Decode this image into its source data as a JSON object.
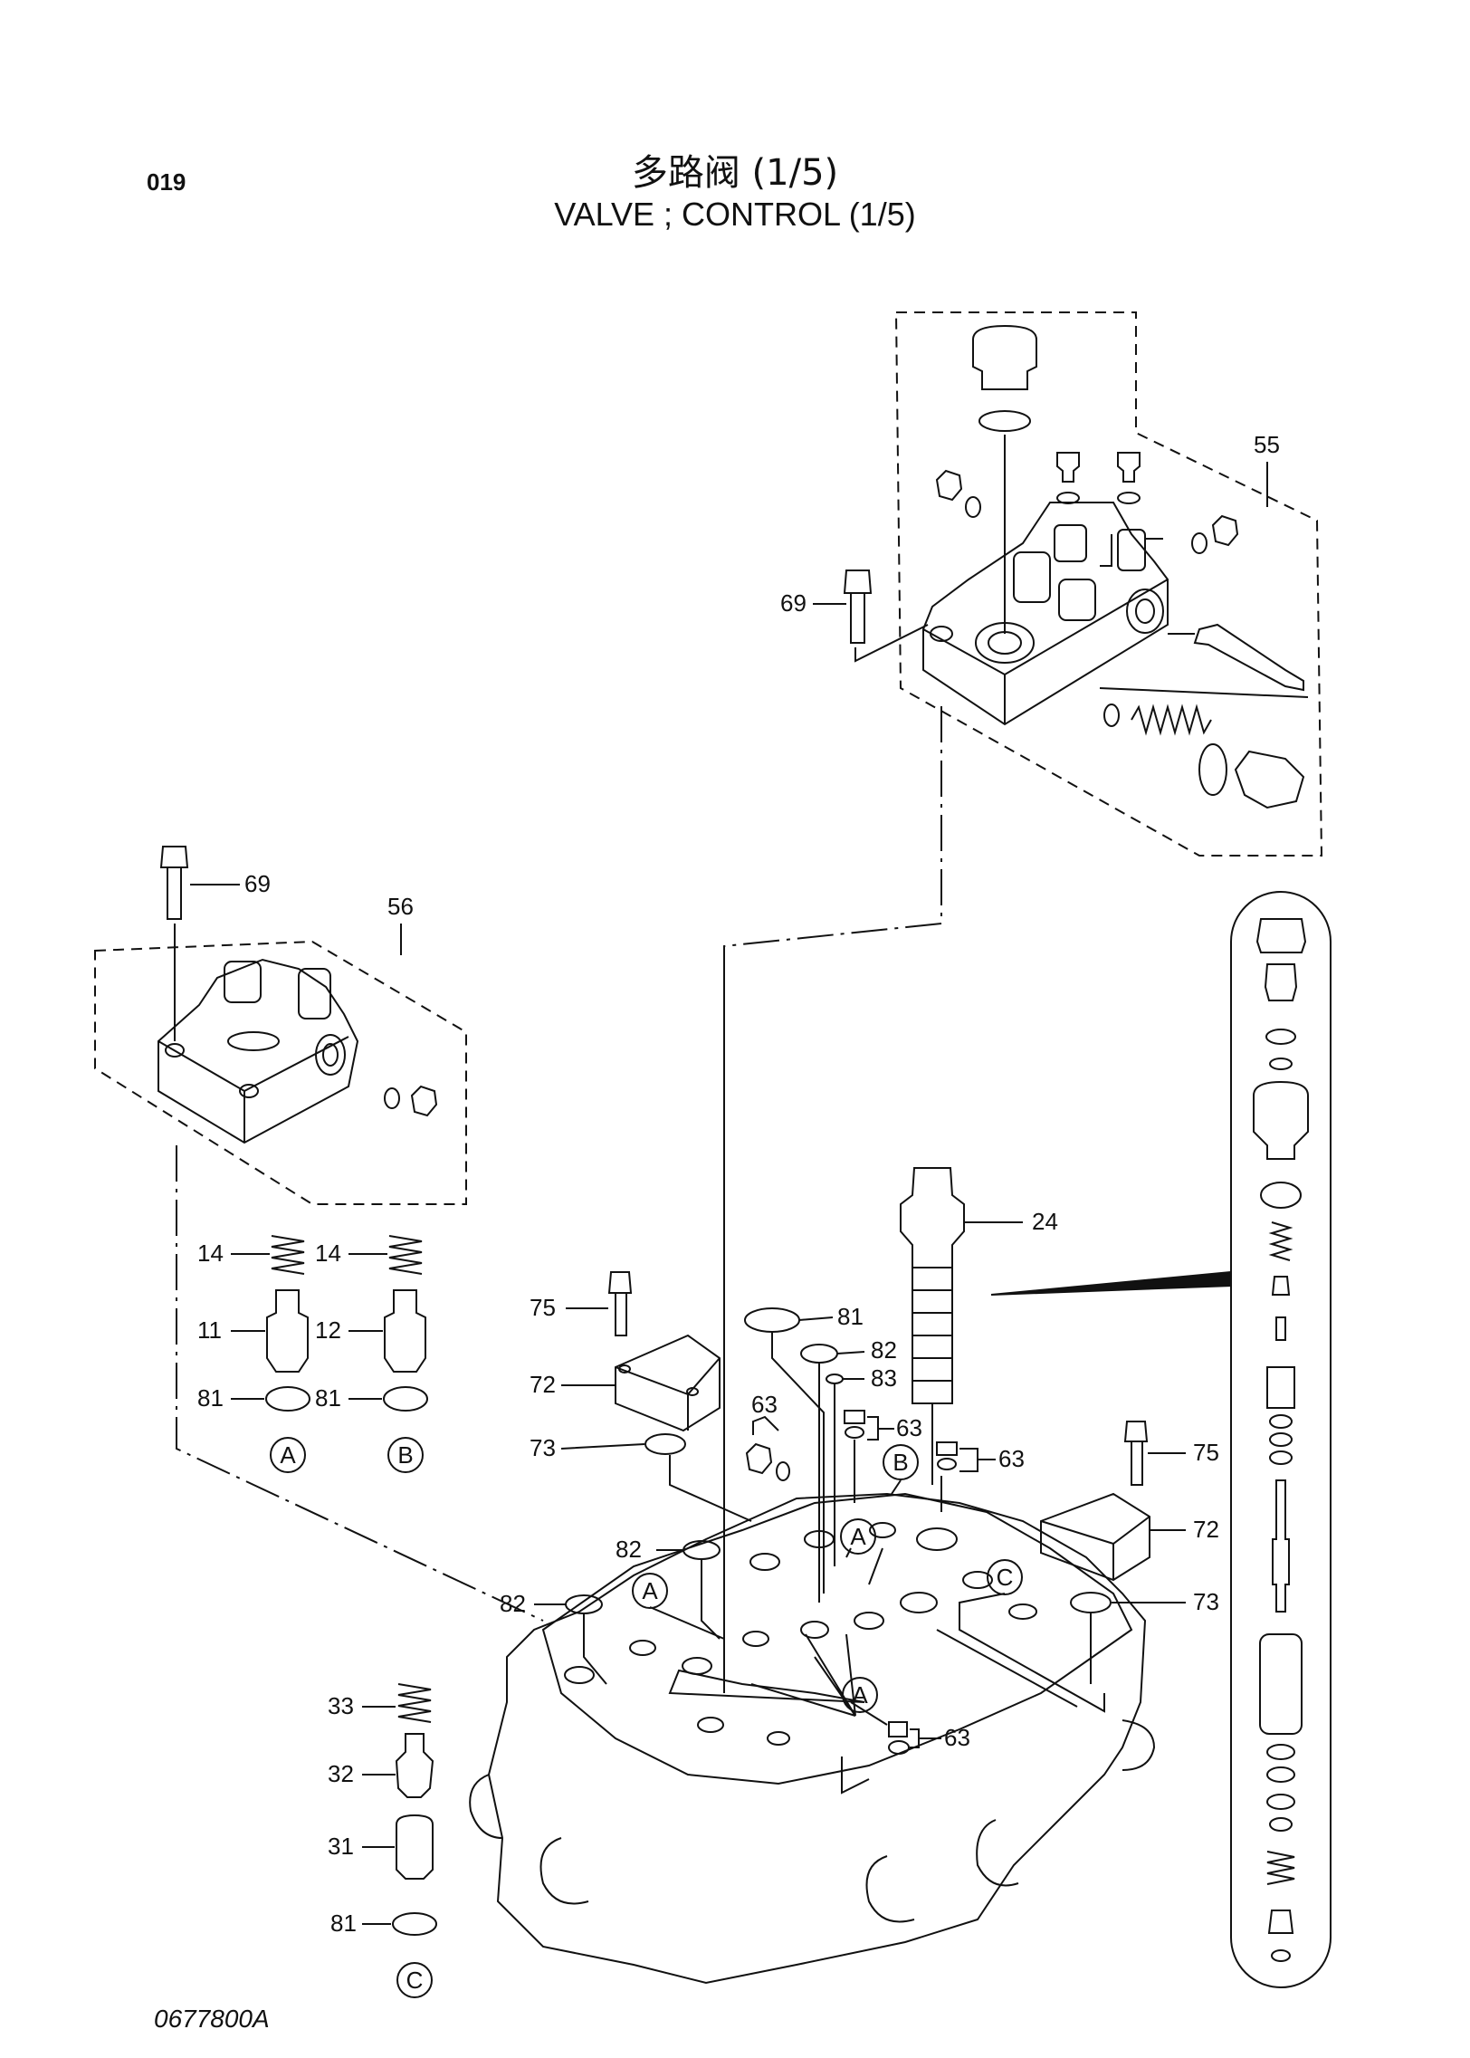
{
  "page_number": "019",
  "title_cn": "多路阀 (1/5)",
  "title_en": "VALVE ; CONTROL (1/5)",
  "drawing_no": "0677800A",
  "callouts": {
    "c55": "55",
    "c69a": "69",
    "c69b": "69",
    "c56": "56",
    "c24": "24",
    "c14a": "14",
    "c14b": "14",
    "c11": "11",
    "c12": "12",
    "c81a": "81",
    "c81b": "81",
    "c81c": "81",
    "c81d": "81",
    "c75a": "75",
    "c75b": "75",
    "c72a": "72",
    "c72b": "72",
    "c73a": "73",
    "c73b": "73",
    "c82a": "82",
    "c82b": "82",
    "c82c": "82",
    "c83": "83",
    "c63a": "63",
    "c63b": "63",
    "c63c": "63",
    "c63d": "63",
    "c33": "33",
    "c32": "32",
    "c31": "31"
  },
  "markers": {
    "mA1": "A",
    "mB1": "B",
    "mA2": "A",
    "mA3": "A",
    "mA4": "A",
    "mB2": "B",
    "mC1": "C",
    "mC2": "C"
  }
}
